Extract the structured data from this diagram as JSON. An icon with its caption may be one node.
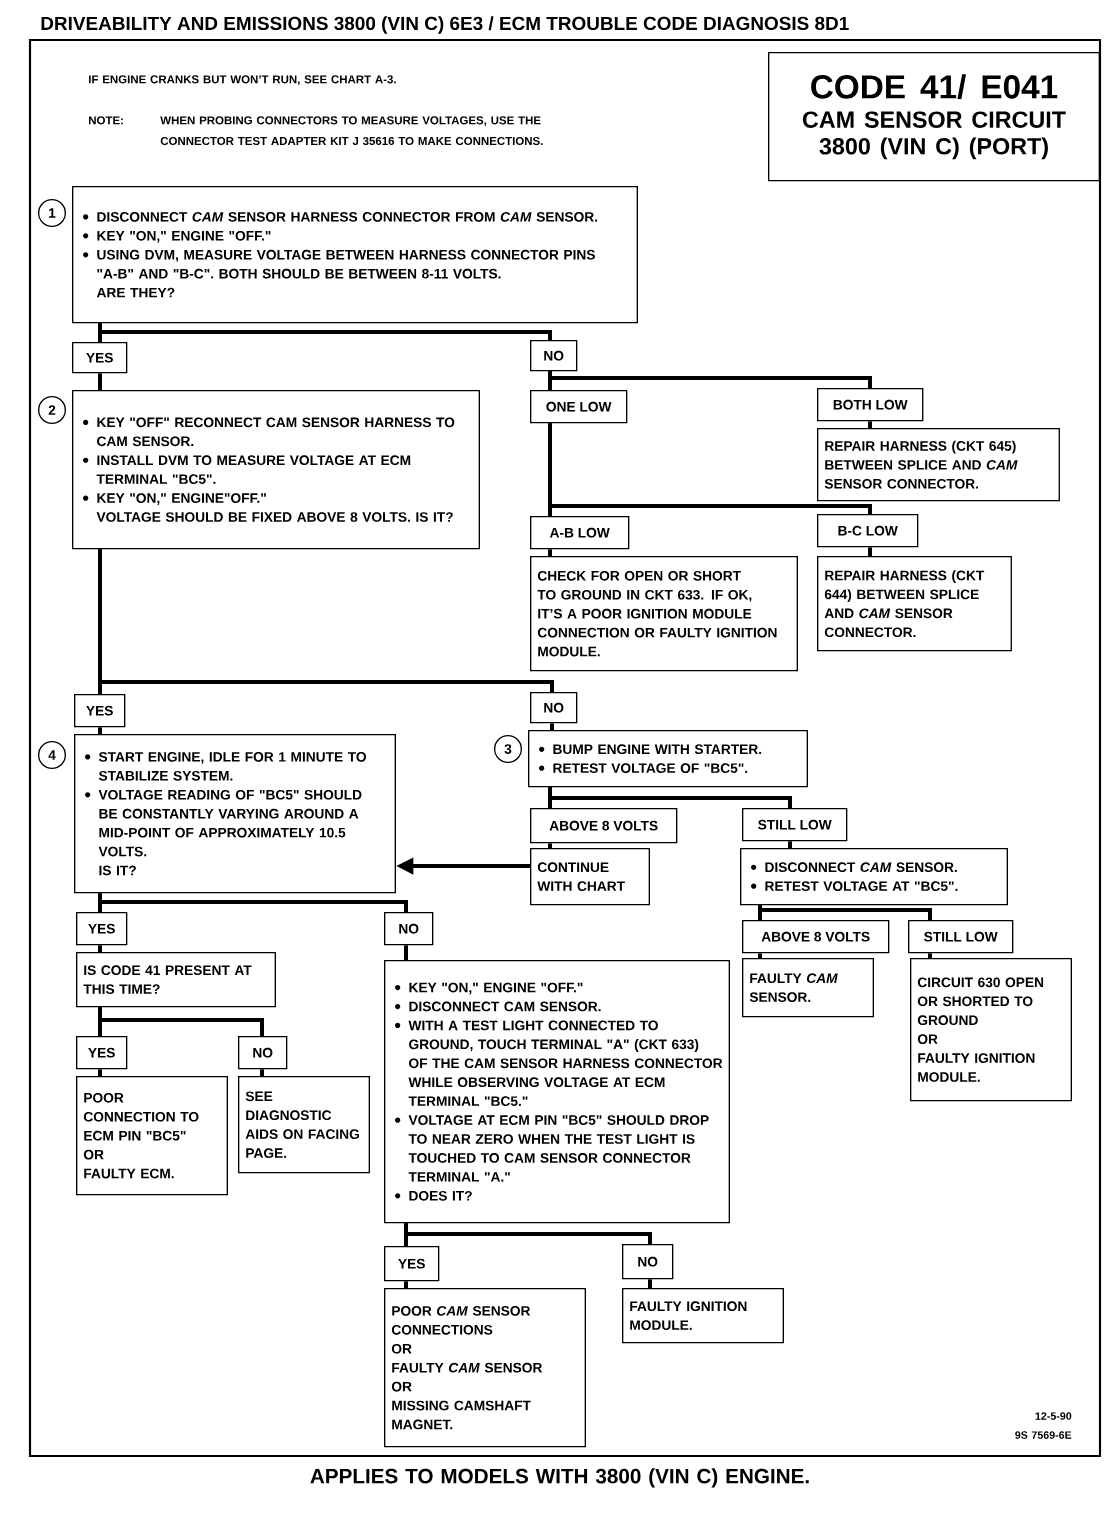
{
  "diagram": {
    "title": "DRIVEABILITY AND EMISSIONS 3800 (VIN C) 6E3 / ECM TROUBLE CODE DIAGNOSIS 8D1",
    "caption": "APPLIES TO MODELS WITH 3800 (VIN C) ENGINE.",
    "nodes": [
      {
        "text": [
          "CODE 41/ E041",
          "CAM SENSOR CIRCUIT 3800 (VIN C) (PORT)"
        ]
      },
      {
        "text": [
          "DISCONNECT *CAM* SENSOR HARNESS CONNECTOR FROM *CAM* SENSOR.",
          "KEY \"ON,\" ENGINE \"OFF.\"",
          "USING DVM, MEASURE VOLTAGE BETWEEN HARNESS CONNECTOR PINS \"A-B\" AND \"B-C\". BOTH SHOULD BE BETWEEN 8-11 VOLTS.",
          "ARE THEY?"
        ],
        "beside": [
          "1"
        ]
      },
      {
        "text": [
          "YES"
        ]
      },
      {
        "text": [
          "NO"
        ]
      },
      {
        "text": [
          "KEY \"OFF\" RECONNECT CAM SENSOR HARNESS TO CAM SENSOR.",
          "INSTALL DVM TO MEASURE VOLTAGE AT ECM TERMINAL \"BC5\".",
          "KEY \"ON,\" ENGINE\"OFF.\"",
          "VOLTAGE SHOULD BE FIXED ABOVE 8 VOLTS. IS IT?"
        ],
        "beside": [
          "2"
        ]
      },
      {
        "text": [
          "ONE LOW"
        ]
      },
      {
        "text": [
          "BOTH LOW"
        ]
      },
      {
        "text": [
          "REPAIR HARNESS (CKT 645) BETWEEN SPLICE AND *CAM* SENSOR CONNECTOR."
        ]
      },
      {
        "text": [
          "A-B LOW"
        ]
      },
      {
        "text": [
          "B-C LOW"
        ]
      },
      {
        "text": [
          "CHECK FOR OPEN OR SHORT TO GROUND IN CKT 633. IF OK, IT’S A POOR IGNITION MODULE CONNECTION OR FAULTY IGNITION MODULE."
        ]
      },
      {
        "text": [
          "REPAIR HARNESS (CKT 644) BETWEEN SPLICE AND *CAM* SENSOR CONNECTOR."
        ]
      },
      {
        "text": [
          "YES"
        ]
      },
      {
        "text": [
          "NO"
        ]
      },
      {
        "text": [
          "START ENGINE, IDLE FOR 1 MINUTE TO STABILIZE SYSTEM.",
          "VOLTAGE READING OF \"BC5\" SHOULD BE CONSTANTLY VARYING AROUND A MID-POINT OF APPROXIMATELY 10.5 VOLTS.",
          "IS IT?"
        ],
        "beside": [
          "4"
        ]
      },
      {
        "text": [
          "BUMP ENGINE WITH STARTER.",
          "RETEST VOLTAGE OF \"BC5\"."
        ],
        "beside": [
          "3"
        ]
      },
      {
        "text": [
          "ABOVE 8 VOLTS"
        ]
      },
      {
        "text": [
          "STILL LOW"
        ]
      },
      {
        "text": [
          "CONTINUE WITH CHART"
        ]
      },
      {
        "text": [
          "DISCONNECT *CAM* SENSOR.",
          "RETEST VOLTAGE AT \"BC5\"."
        ]
      },
      {
        "text": [
          "YES"
        ]
      },
      {
        "text": [
          "NO"
        ]
      },
      {
        "text": [
          "IS CODE 41 PRESENT AT THIS TIME?"
        ]
      },
      {
        "text": [
          "KEY \"ON,\" ENGINE \"OFF.\"",
          "DISCONNECT CAM SENSOR.",
          "WITH A TEST LIGHT CONNECTED TO GROUND, TOUCH TERMINAL \"A\" (CKT 633) OF THE CAM SENSOR HARNESS CONNECTOR WHILE OBSERVING VOLTAGE AT ECM TERMINAL \"BC5.\"",
          "VOLTAGE AT ECM PIN \"BC5\" SHOULD DROP TO NEAR ZERO WHEN THE TEST LIGHT IS TOUCHED TO CAM SENSOR CONNECTOR TERMINAL \"A.\"",
          "DOES IT?"
        ]
      },
      {
        "text": [
          "ABOVE 8 VOLTS"
        ]
      },
      {
        "text": [
          "STILL LOW"
        ]
      },
      {
        "text": [
          "FAULTY *CAM* SENSOR."
        ]
      },
      {
        "text": [
          "CIRCUIT 630 OPEN OR SHORTED TO GROUND",
          "OR",
          "FAULTY IGNITION MODULE."
        ]
      },
      {
        "text": [
          "YES"
        ]
      },
      {
        "text": [
          "NO"
        ]
      },
      {
        "text": [
          "POOR CONNECTION TO ECM PIN \"BC5\"",
          "OR",
          "FAULTY ECM."
        ]
      },
      {
        "text": [
          "SEE DIAGNOSTIC AIDS ON FACING PAGE."
        ]
      },
      {
        "text": [
          "YES"
        ]
      },
      {
        "text": [
          "NO"
        ]
      },
      {
        "text": [
          "POOR *CAM* SENSOR CONNECTIONS",
          "OR",
          "FAULTY *CAM* SENSOR",
          "OR",
          "MISSING CAMSHAFT MAGNET."
        ]
      },
      {
        "text": [
          "FAULTY IGNITION MODULE."
        ]
      }
    ],
    "edges": [
      {
        "from": 1,
        "to": 2,
        "arrow": "none"
      },
      {
        "from": 1,
        "to": 3,
        "arrow": "none"
      },
      {
        "from": 2,
        "to": 4,
        "arrow": "none"
      },
      {
        "from": 3,
        "to": 5,
        "arrow": "none"
      },
      {
        "from": 3,
        "to": 6,
        "arrow": "none"
      },
      {
        "from": 5,
        "to": 8,
        "arrow": "none"
      },
      {
        "from": 5,
        "to": 9,
        "arrow": "none"
      },
      {
        "from": 6,
        "to": 7,
        "arrow": "none"
      },
      {
        "from": 8,
        "to": 10,
        "arrow": "none"
      },
      {
        "from": 9,
        "to": 11,
        "arrow": "none"
      },
      {
        "from": 4,
        "to": 12,
        "arrow": "none"
      },
      {
        "from": 4,
        "to": 13,
        "arrow": "none"
      },
      {
        "from": 12,
        "to": 14,
        "arrow": "none"
      },
      {
        "from": 13,
        "to": 15,
        "arrow": "none"
      },
      {
        "from": 15,
        "to": 16,
        "arrow": "none"
      },
      {
        "from": 15,
        "to": 17,
        "arrow": "none"
      },
      {
        "from": 16,
        "to": 18,
        "arrow": "none"
      },
      {
        "from": 18,
        "to": 14,
        "arrow": "to"
      },
      {
        "from": 17,
        "to": 19,
        "arrow": "none"
      },
      {
        "from": 19,
        "to": 24,
        "arrow": "none"
      },
      {
        "from": 19,
        "to": 25,
        "arrow": "none"
      },
      {
        "from": 24,
        "to": 26,
        "arrow": "none"
      },
      {
        "from": 25,
        "to": 27,
        "arrow": "none"
      },
      {
        "from": 14,
        "to": 20,
        "arrow": "none"
      },
      {
        "from": 14,
        "to": 21,
        "arrow": "none"
      },
      {
        "from": 20,
        "to": 22,
        "arrow": "none"
      },
      {
        "from": 21,
        "to": 23,
        "arrow": "none"
      },
      {
        "from": 22,
        "to": 28,
        "arrow": "none"
      },
      {
        "from": 22,
        "to": 29,
        "arrow": "none"
      },
      {
        "from": 28,
        "to": 30,
        "arrow": "none"
      },
      {
        "from": 29,
        "to": 31,
        "arrow": "none"
      },
      {
        "from": 23,
        "to": 32,
        "arrow": "none"
      },
      {
        "from": 23,
        "to": 33,
        "arrow": "none"
      },
      {
        "from": 32,
        "to": 34,
        "arrow": "none"
      },
      {
        "from": 33,
        "to": 35,
        "arrow": "none"
      }
    ],
    "labels": [
      "IF ENGINE CRANKS BUT WON’T RUN, SEE CHART A-3.",
      "NOTE:",
      "WHEN PROBING CONNECTORS TO MEASURE VOLTAGES, USE THE CONNECTOR TEST ADAPTER KIT J 35616 TO MAKE CONNECTIONS.",
      "12-5-90",
      "9S 7569-6E"
    ]
  }
}
